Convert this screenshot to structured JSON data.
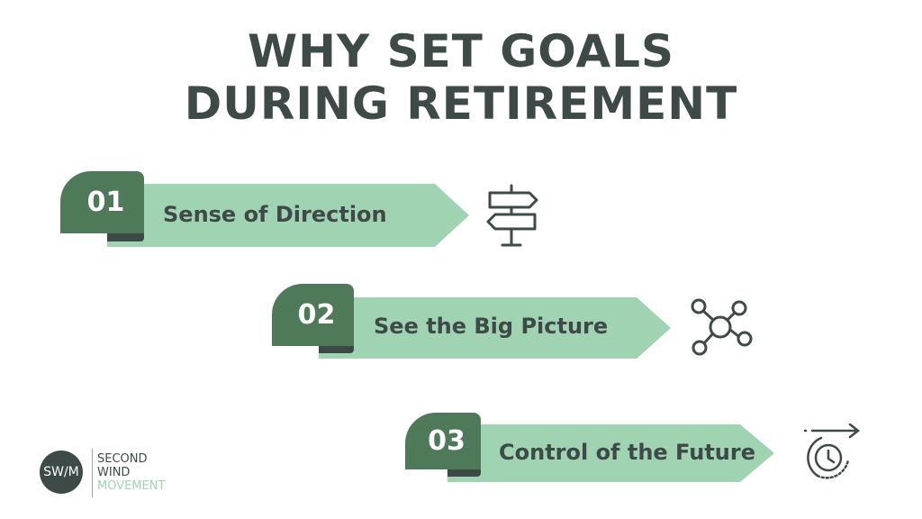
{
  "title": {
    "line1": "WHY SET GOALS",
    "line2": "DURING RETIREMENT"
  },
  "steps": [
    {
      "number": "01",
      "label": "Sense of Direction",
      "icon": "signpost-icon"
    },
    {
      "number": "02",
      "label": "See the Big Picture",
      "icon": "network-nodes-icon"
    },
    {
      "number": "03",
      "label": "Control of the Future",
      "icon": "clock-forward-arrow-icon"
    }
  ],
  "logo": {
    "monogram": "SW/M",
    "line1": "SECOND",
    "line2": "WIND",
    "line3": "MOVEMENT"
  },
  "colors": {
    "title_text": "#3e4a47",
    "tab_green": "#4f7a5a",
    "bar_green": "#a0d3b1",
    "fold_dark": "#3b4a47",
    "icon_stroke": "#3e4a47"
  }
}
